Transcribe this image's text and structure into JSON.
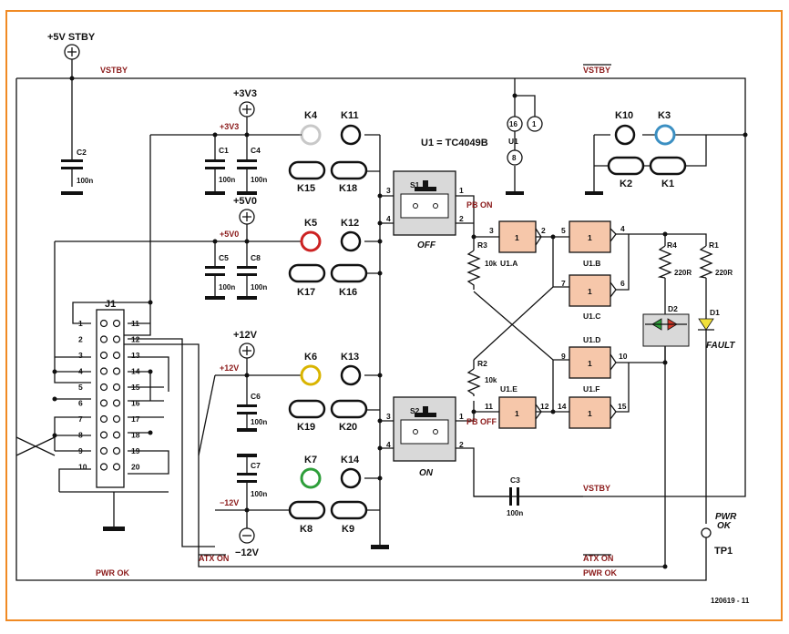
{
  "colors": {
    "frame": "#f08a24",
    "net": "#8b1a1a",
    "chip": "#f6c7aa",
    "sw": "#d9d9d9"
  },
  "rails": {
    "p5vstby": "+5V STBY",
    "p3v3": "+3V3",
    "p5v0": "+5V0",
    "p12v": "+12V",
    "m12v": "−12V",
    "vstby": "VSTBY",
    "p3v3_net": "+3V3",
    "p5v0_net": "+5V0",
    "p12v_net": "+12V",
    "m12v_net": "−12V",
    "atx_on": "ATX ON",
    "pwr_ok": "PWR OK",
    "pb_on": "PB ON",
    "pb_off": "PB OFF",
    "fault": "FAULT"
  },
  "title": "U1 = TC4049B",
  "ref": "120619 - 11",
  "caps": [
    {
      "name": "C2",
      "value": "100n"
    },
    {
      "name": "C1",
      "value": "100n"
    },
    {
      "name": "C4",
      "value": "100n"
    },
    {
      "name": "C5",
      "value": "100n"
    },
    {
      "name": "C8",
      "value": "100n"
    },
    {
      "name": "C6",
      "value": "100n"
    },
    {
      "name": "C7",
      "value": "100n"
    },
    {
      "name": "C3",
      "value": "100n"
    }
  ],
  "resistors": [
    {
      "name": "R3",
      "value": "10k"
    },
    {
      "name": "R2",
      "value": "10k"
    },
    {
      "name": "R4",
      "value": "220R"
    },
    {
      "name": "R1",
      "value": "220R"
    }
  ],
  "switches": [
    {
      "name": "S1",
      "caption": "OFF"
    },
    {
      "name": "S2",
      "caption": "ON"
    }
  ],
  "gates": [
    "U1.A",
    "U1.B",
    "U1.C",
    "U1.D",
    "U1.E",
    "U1.F"
  ],
  "gate_text": "1",
  "u1": {
    "name": "U1",
    "pin16": "16",
    "pin1": "1",
    "pin8": "8"
  },
  "leds": [
    {
      "name": "D2"
    },
    {
      "name": "D1"
    }
  ],
  "tp": {
    "label1": "PWR",
    "label2": "OK",
    "name": "TP1"
  },
  "connector": {
    "name": "J1",
    "left_pins": [
      "1",
      "2",
      "3",
      "4",
      "5",
      "6",
      "7",
      "8",
      "9",
      "10"
    ],
    "right_pins": [
      "11",
      "12",
      "13",
      "14",
      "15",
      "16",
      "17",
      "18",
      "19",
      "20"
    ]
  },
  "terminals": {
    "k4": "K4",
    "k11": "K11",
    "k15": "K15",
    "k18": "K18",
    "k5": "K5",
    "k12": "K12",
    "k17": "K17",
    "k16": "K16",
    "k6": "K6",
    "k13": "K13",
    "k19": "K19",
    "k20": "K20",
    "k7": "K7",
    "k14": "K14",
    "k8": "K8",
    "k9": "K9",
    "k10": "K10",
    "k3": "K3",
    "k2": "K2",
    "k1": "K1"
  },
  "pins": {
    "s1_3": "3",
    "s1_4": "4",
    "s1_1": "1",
    "s1_2": "2",
    "s2_3": "3",
    "s2_4": "4",
    "s2_1": "1",
    "s2_2": "2",
    "ua_3": "3",
    "ua_2": "2",
    "ub_5": "5",
    "ub_4": "4",
    "uc_7": "7",
    "uc_6": "6",
    "ud_9": "9",
    "ud_10": "10",
    "ue_11": "11",
    "ue_12": "12",
    "uf_14": "14",
    "uf_15": "15"
  }
}
